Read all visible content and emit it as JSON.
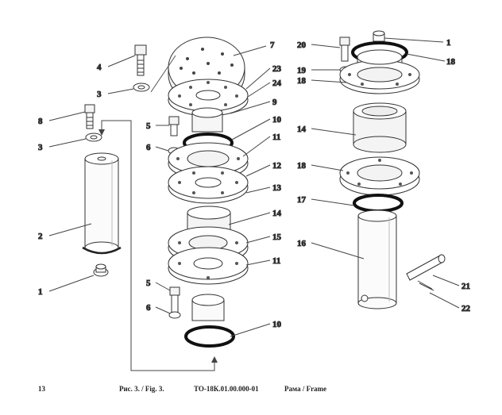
{
  "figure": {
    "callouts": [
      {
        "id": "c4",
        "text": "4"
      },
      {
        "id": "c3a",
        "text": "3"
      },
      {
        "id": "c8",
        "text": "8"
      },
      {
        "id": "c3b",
        "text": "3"
      },
      {
        "id": "c2",
        "text": "2"
      },
      {
        "id": "c1a",
        "text": "1"
      },
      {
        "id": "c7",
        "text": "7"
      },
      {
        "id": "c23",
        "text": "23"
      },
      {
        "id": "c24",
        "text": "24"
      },
      {
        "id": "c9",
        "text": "9"
      },
      {
        "id": "c5a",
        "text": "5"
      },
      {
        "id": "c10a",
        "text": "10"
      },
      {
        "id": "c6a",
        "text": "6"
      },
      {
        "id": "c11a",
        "text": "11"
      },
      {
        "id": "c12",
        "text": "12"
      },
      {
        "id": "c13",
        "text": "13"
      },
      {
        "id": "c14a",
        "text": "14"
      },
      {
        "id": "c15",
        "text": "15"
      },
      {
        "id": "c11b",
        "text": "11"
      },
      {
        "id": "c5b",
        "text": "5"
      },
      {
        "id": "c6b",
        "text": "6"
      },
      {
        "id": "c10b",
        "text": "10"
      },
      {
        "id": "c20",
        "text": "20"
      },
      {
        "id": "c1b",
        "text": "1"
      },
      {
        "id": "c19",
        "text": "19"
      },
      {
        "id": "c18a",
        "text": "18"
      },
      {
        "id": "c18b",
        "text": "18"
      },
      {
        "id": "c14b",
        "text": "14"
      },
      {
        "id": "c18c",
        "text": "18"
      },
      {
        "id": "c17",
        "text": "17"
      },
      {
        "id": "c16",
        "text": "16"
      },
      {
        "id": "c21",
        "text": "21"
      },
      {
        "id": "c22",
        "text": "22"
      }
    ]
  },
  "footer": {
    "page_number": "13",
    "figure_label": "Рис. 3. / Fig. 3.",
    "doc_code": "ТО-18К.01.00.000-01",
    "title": "Рама / Frame"
  }
}
